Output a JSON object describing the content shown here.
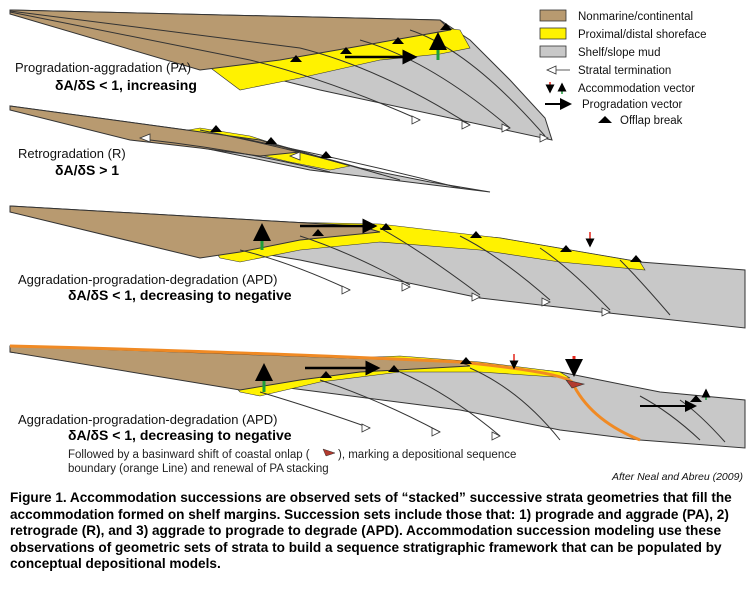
{
  "legend": {
    "items": [
      {
        "label": "Nonmarine/continental",
        "color": "#B89A70",
        "icon": "swatch"
      },
      {
        "label": "Proximal/distal shoreface",
        "color": "#FFF200",
        "icon": "swatch"
      },
      {
        "label": "Shelf/slope mud",
        "color": "#C8C8C8",
        "icon": "swatch"
      },
      {
        "label": "Stratal termination",
        "icon": "open-arrow-icon"
      },
      {
        "label": "Accommodation vector",
        "icon": "accommodation-arrows-icon"
      },
      {
        "label": "Progradation vector",
        "icon": "black-arrow-icon"
      },
      {
        "label": "Offlap break",
        "icon": "black-triangle-icon"
      }
    ]
  },
  "panels": [
    {
      "name": "Progradation-aggradation (PA)",
      "equation": "δA/δS < 1, increasing"
    },
    {
      "name": "Retrogradation (R)",
      "equation": "δA/δS > 1"
    },
    {
      "name": "Aggradation-progradation-degradation (APD)",
      "equation": "δA/δS < 1, decreasing to negative"
    },
    {
      "name": "Aggradation-progradation-degradation (APD)",
      "equation": "δA/δS < 1, decreasing to negative"
    }
  ],
  "note": {
    "line1_a": "Followed by a basinward shift of coastal onlap (",
    "line1_b": "), marking a depositional sequence",
    "line2": "boundary (orange Line) and renewal of PA stacking"
  },
  "credit": "After Neal and Abreu (2009)",
  "caption": "Figure 1. Accommodation successions are observed sets of “stacked” successive strata geometries that fill the accommodation formed on shelf margins. Succession sets include those that: 1) prograde and aggrade (PA), 2) retrograde (R), and 3) aggrade to prograde to degrade (APD).  Accommodation succession modeling use these observations of geometric sets of strata to build a sequence stratigraphic framework that can be populated by conceptual depositional models.",
  "colors": {
    "nonmarine": "#B89A70",
    "shoreface": "#FFF200",
    "mud": "#C8C8C8",
    "accommodation_up": "#1E9E3A",
    "accommodation_down": "#E3251B",
    "sequence_boundary": "#F08A24"
  }
}
